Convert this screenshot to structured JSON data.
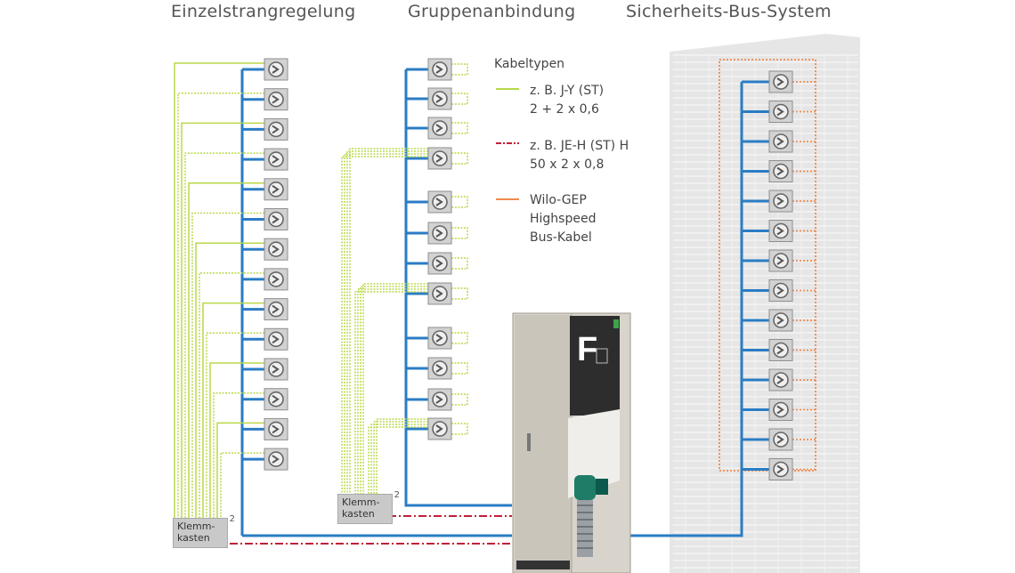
{
  "titles": {
    "left": "Einzelstrangregelung",
    "middle": "Gruppenanbindung",
    "right": "Sicherheits-Bus-System"
  },
  "legend": {
    "title": "Kabeltypen",
    "items": [
      {
        "lines": [
          "z. B. J-Y (ST)",
          "2 + 2 x 0,6"
        ],
        "color": "#b8d94a",
        "style": "solid",
        "icon": "legend-green-line"
      },
      {
        "lines": [
          "z. B. JE-H (ST) H",
          "50 x 2 x 0,8"
        ],
        "color": "#c0203a",
        "style": "dash-dot",
        "icon": "legend-red-line"
      },
      {
        "lines": [
          "Wilo-GEP",
          "Highspeed",
          "Bus-Kabel"
        ],
        "color": "#f08a50",
        "style": "solid",
        "icon": "legend-orange-line"
      }
    ]
  },
  "klemm_left": {
    "line1": "Klemm-",
    "line2": "kasten",
    "mark": "2"
  },
  "klemm_mid": {
    "line1": "Klemm-",
    "line2": "kasten",
    "mark": "2"
  },
  "cabinet": {
    "letter": "F"
  },
  "colors": {
    "blue": "#2a7cc4",
    "green": "#b8d94a",
    "red": "#c0203a",
    "orange": "#f08a50",
    "building": "#e6e6e6"
  }
}
